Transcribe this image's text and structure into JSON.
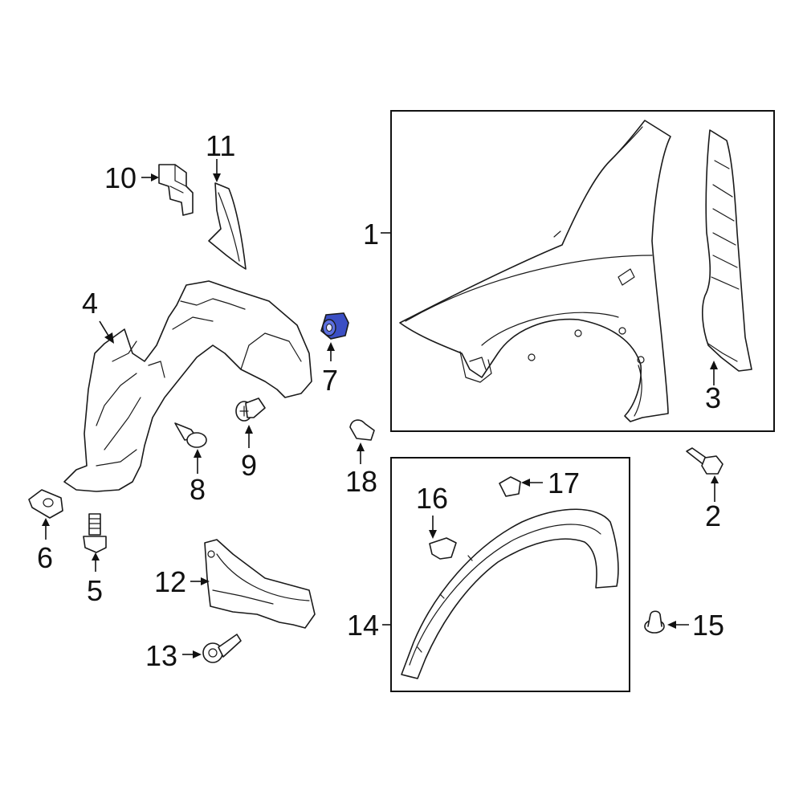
{
  "diagram": {
    "highlight_color": "#3b4fc4",
    "highlighted_part": "7",
    "callouts": {
      "c1": "1",
      "c2": "2",
      "c3": "3",
      "c4": "4",
      "c5": "5",
      "c6": "6",
      "c7": "7",
      "c8": "8",
      "c9": "9",
      "c10": "10",
      "c11": "11",
      "c12": "12",
      "c13": "13",
      "c14": "14",
      "c15": "15",
      "c16": "16",
      "c17": "17",
      "c18": "18"
    }
  }
}
